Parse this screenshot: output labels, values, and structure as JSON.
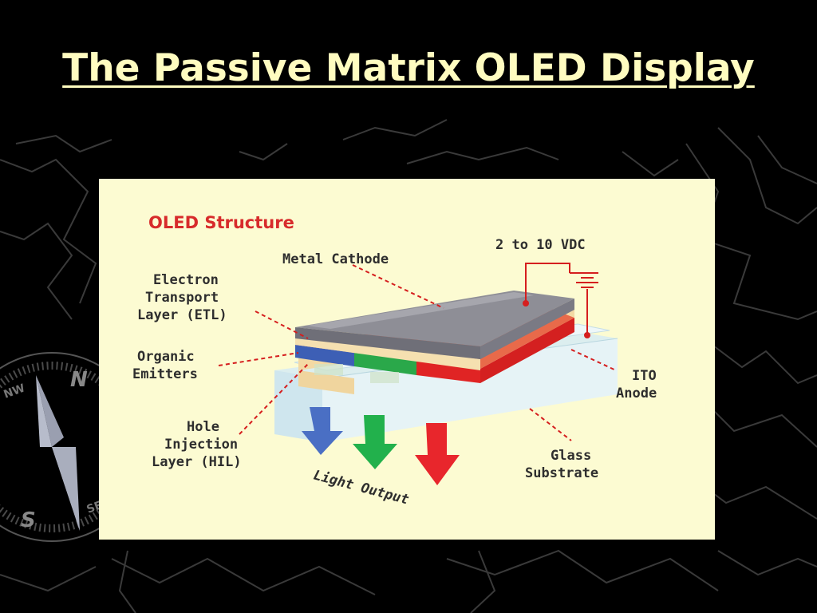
{
  "slide": {
    "title": "The Passive Matrix OLED Display"
  },
  "diagram": {
    "title": "OLED Structure",
    "labels": {
      "voltage": "2 to 10 VDC",
      "metal_cathode": "Metal Cathode",
      "etl_line1": "Electron",
      "etl_line2": "Transport",
      "etl_line3": "Layer (ETL)",
      "emitters_line1": "Organic",
      "emitters_line2": "Emitters",
      "hil_line1": "Hole",
      "hil_line2": "Injection",
      "hil_line3": "Layer (HIL)",
      "ito_line1": "ITO",
      "ito_line2": "Anode",
      "glass_line1": "Glass",
      "glass_line2": "Substrate",
      "light_output": "Light Output"
    },
    "colors": {
      "panel_bg": "#fcfbd2",
      "title_red": "#d72b2b",
      "cathode_gray": "#8e8e96",
      "emitter_blue": "#3d5fb5",
      "emitter_green": "#2aa84a",
      "emitter_red": "#e02424",
      "arrow_blue": "#4a6fc4",
      "arrow_green": "#22b14c",
      "arrow_red": "#e8262c"
    }
  },
  "compass": {
    "north": "N",
    "south": "S",
    "northwest": "NW",
    "southeast": "SE"
  },
  "colors": {
    "background": "#000000",
    "title_text": "#fffcc0",
    "map_lines": "#3a3a3a"
  }
}
